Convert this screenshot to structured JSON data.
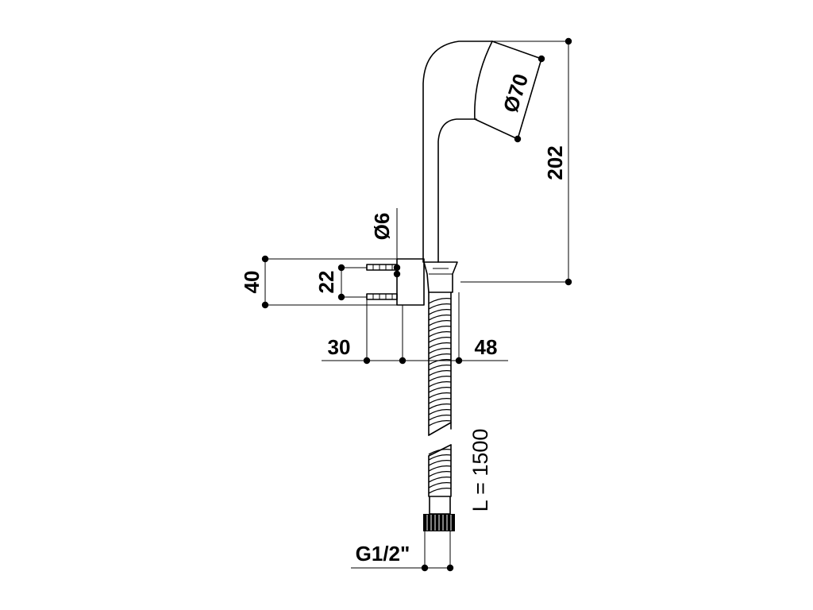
{
  "dimensions": {
    "head_diameter": "Ø70",
    "total_height": "202",
    "hole_diameter": "Ø6",
    "bracket_height": "40",
    "hole_spacing": "22",
    "wall_offset": "30",
    "holder_projection": "48",
    "hose_length": "L = 1500",
    "thread_size": "G1/2\""
  }
}
